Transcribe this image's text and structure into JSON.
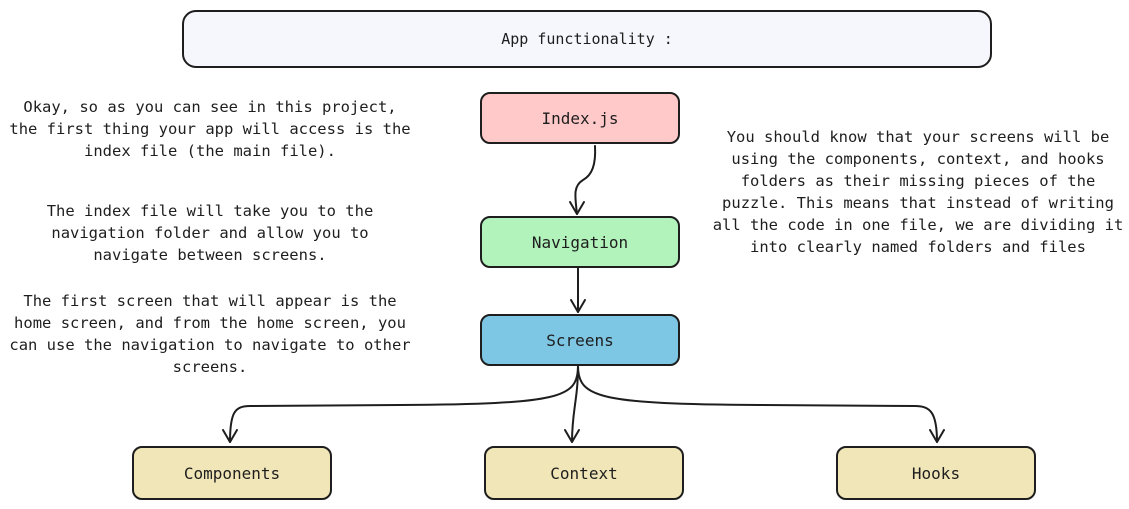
{
  "title": "App functionality :",
  "nodes": {
    "index": {
      "label": "Index.js",
      "color": "#ffc9c9"
    },
    "navigation": {
      "label": "Navigation",
      "color": "#b2f2bb"
    },
    "screens": {
      "label": "Screens",
      "color": "#7dc6e4"
    },
    "components": {
      "label": "Components",
      "color": "#f0e6b8"
    },
    "context": {
      "label": "Context",
      "color": "#f0e6b8"
    },
    "hooks": {
      "label": "Hooks",
      "color": "#f0e6b8"
    }
  },
  "title_color": "#f6f7fd",
  "left_notes": [
    "Okay, so as you can see in this project, the first thing your app will access is the index file (the main file).",
    "The index file will take you to the navigation folder and allow you to navigate between screens.",
    "The first screen that will appear is the home screen, and from the home screen, you can use the navigation to navigate to other screens."
  ],
  "right_note": "You should know that your screens will be using the components, context, and hooks folders as their missing pieces of the puzzle. This means that instead of writing all the code in one file, we are dividing it into clearly named folders and files",
  "edges": [
    {
      "from": "index",
      "to": "navigation"
    },
    {
      "from": "navigation",
      "to": "screens"
    },
    {
      "from": "screens",
      "to": "components"
    },
    {
      "from": "screens",
      "to": "context"
    },
    {
      "from": "screens",
      "to": "hooks"
    }
  ]
}
